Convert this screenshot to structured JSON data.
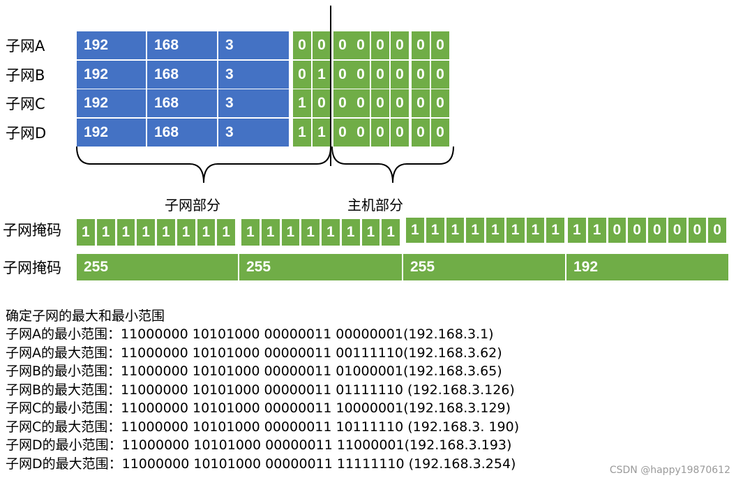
{
  "subnets": [
    {
      "label": "子网A",
      "octets": [
        "192",
        "168",
        "3"
      ],
      "bits": [
        "0",
        "0",
        "0",
        "0",
        "0",
        "0",
        "0",
        "0"
      ]
    },
    {
      "label": "子网B",
      "octets": [
        "192",
        "168",
        "3"
      ],
      "bits": [
        "0",
        "1",
        "0",
        "0",
        "0",
        "0",
        "0",
        "0"
      ]
    },
    {
      "label": "子网C",
      "octets": [
        "192",
        "168",
        "3"
      ],
      "bits": [
        "1",
        "0",
        "0",
        "0",
        "0",
        "0",
        "0",
        "0"
      ]
    },
    {
      "label": "子网D",
      "octets": [
        "192",
        "168",
        "3"
      ],
      "bits": [
        "1",
        "1",
        "0",
        "0",
        "0",
        "0",
        "0",
        "0"
      ]
    }
  ],
  "brackets": {
    "subnet_part": "子网部分",
    "host_part": "主机部分"
  },
  "mask_binary": {
    "label": "子网掩码",
    "groups": [
      [
        "1",
        "1",
        "1",
        "1",
        "1",
        "1",
        "1",
        "1"
      ],
      [
        "1",
        "1",
        "1",
        "1",
        "1",
        "1",
        "1",
        "1"
      ],
      [
        "1",
        "1",
        "1",
        "1",
        "1",
        "1",
        "1",
        "1"
      ],
      [
        "1",
        "1",
        "0",
        "0",
        "0",
        "0",
        "0",
        "0"
      ]
    ]
  },
  "mask_decimal": {
    "label": "子网掩码",
    "values": [
      "255",
      "255",
      "255",
      "192"
    ]
  },
  "colors": {
    "network": "#4472c4",
    "host": "#70ad47"
  },
  "calc": {
    "title": "确定子网的最大和最小范围",
    "lines": [
      "子网A的最小范围：11000000 10101000 00000011 00000001(192.168.3.1)",
      "子网A的最大范围：11000000 10101000 00000011 00111110(192.168.3.62)",
      "子网B的最小范围：11000000 10101000 00000011 01000001(192.168.3.65)",
      "子网B的最大范围：11000000 10101000 00000011 01111110 (192.168.3.126)",
      "子网C的最小范围：11000000 10101000 00000011 10000001(192.168.3.129)",
      "子网C的最大范围：11000000 10101000 00000011 10111110 (192.168.3. 190)",
      "子网D的最小范围：11000000 10101000 00000011 11000001(192.168.3.193)",
      "子网D的最大范围：11000000 10101000 00000011 11111110 (192.168.3.254)"
    ]
  },
  "watermark": "CSDN @happy19870612"
}
